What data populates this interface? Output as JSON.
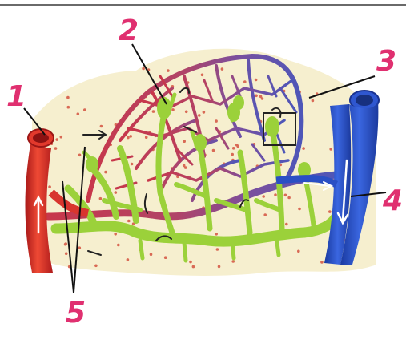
{
  "labels": {
    "l1": "1",
    "l2": "2",
    "l3": "3",
    "l4": "4",
    "l5": "5"
  },
  "colors": {
    "label_text": "#e03070",
    "artery": "#d8352e",
    "arteriole_network": "#c4414f",
    "venule_network": "#6f5aa8",
    "vein": "#2a4fc4",
    "lymph_capillary": "#9bd13a",
    "tissue_background": "#f6efcf",
    "tissue_dot": "#d96a55"
  }
}
